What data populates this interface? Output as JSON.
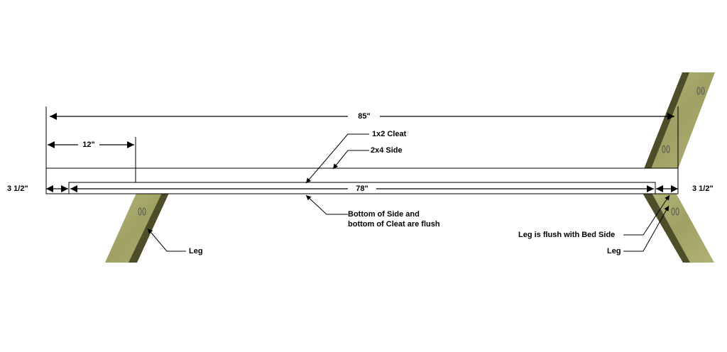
{
  "dimensions": {
    "overall_length": "85\"",
    "leg_offset": "12\"",
    "cleat_length": "78\"",
    "left_end": "3 1/2\"",
    "right_end": "3 1/2\""
  },
  "callouts": {
    "cleat": "1x2 Cleat",
    "side": "2x4 Side",
    "flush_bottom": [
      "Bottom of Side and",
      "bottom of Cleat are flush"
    ],
    "leg_flush": "Leg is flush with Bed Side",
    "leg_left": "Leg",
    "leg_right": "Leg"
  },
  "colors": {
    "wood_face": "#a8ab6c",
    "wood_side": "#4e4d2a",
    "line": "#000000"
  }
}
